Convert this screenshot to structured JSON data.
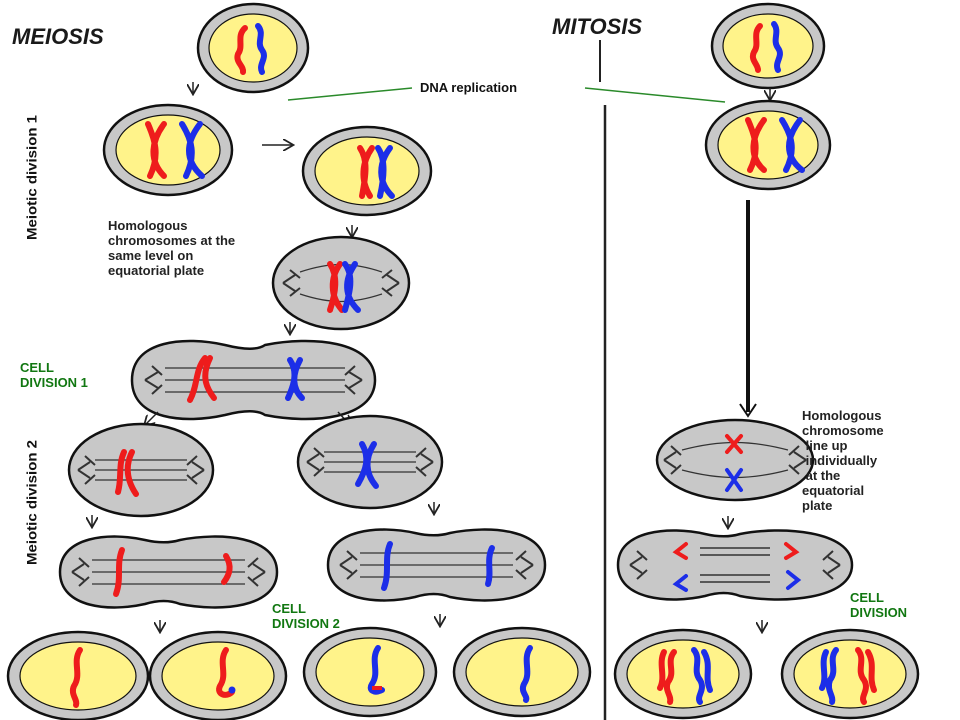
{
  "titles": {
    "meiosis": "MEIOSIS",
    "mitosis": "MITOSIS"
  },
  "labels": {
    "dna_replication": "DNA replication",
    "meiotic_division_1": "Meiotic division 1",
    "meiotic_division_2": "Meiotic division 2",
    "meiosis_note": "Homologous\nchromosomes at the\nsame level on\nequatorial plate",
    "mitosis_note": "Homologous\nchromosome\n line up\n individually\n at the\nequatorial\nplate",
    "cell_division_1": "CELL\nDIVISION 1",
    "cell_division_2": "CELL\nDIVISION 2",
    "cell_division": "CELL\nDIVISION"
  },
  "colors": {
    "paternal": "#ee1c1c",
    "maternal": "#1c2ee8",
    "nucleus": "#fff38a",
    "cell": "#c8c8c8",
    "label_green": "#117711"
  }
}
